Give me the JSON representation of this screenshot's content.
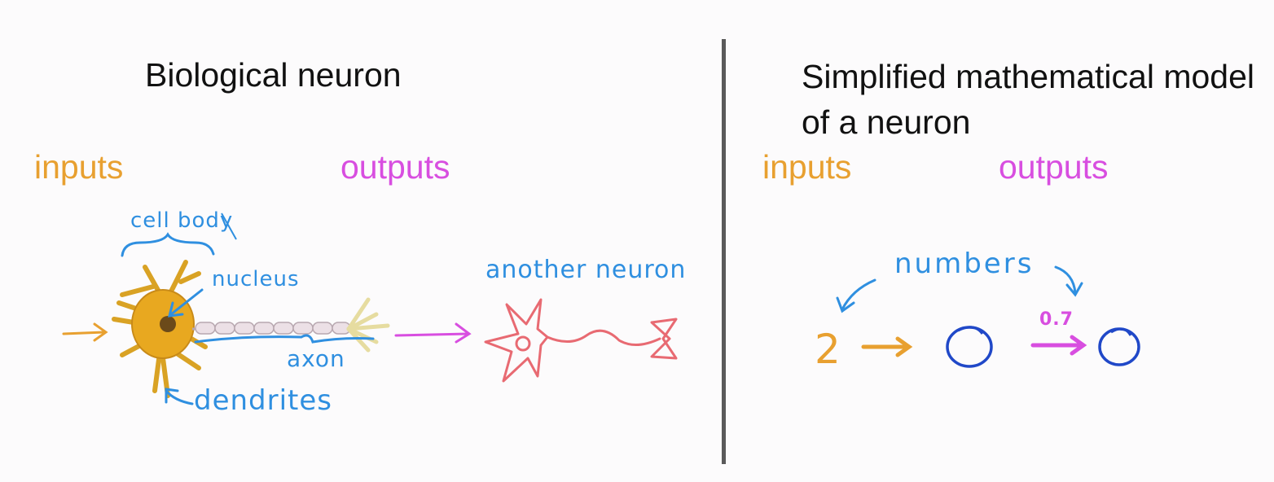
{
  "left_panel": {
    "title": "Biological neuron",
    "inputs_label": "inputs",
    "outputs_label": "outputs",
    "annotations": {
      "cell_body": "cell body",
      "nucleus": "nucleus",
      "axon": "axon",
      "dendrites": "dendrites",
      "another_neuron": "another neuron"
    }
  },
  "right_panel": {
    "title": "Simplified mathematical model of a neuron",
    "inputs_label": "inputs",
    "outputs_label": "outputs",
    "numbers_label": "numbers",
    "input_value": "2",
    "output_value": "0.7"
  },
  "colors": {
    "inputs": "#e8a030",
    "outputs": "#d84ee0",
    "annotation": "#2f8fe0",
    "other_neuron": "#e86a72",
    "node": "#2048c8",
    "divider": "#5a5a5a"
  }
}
